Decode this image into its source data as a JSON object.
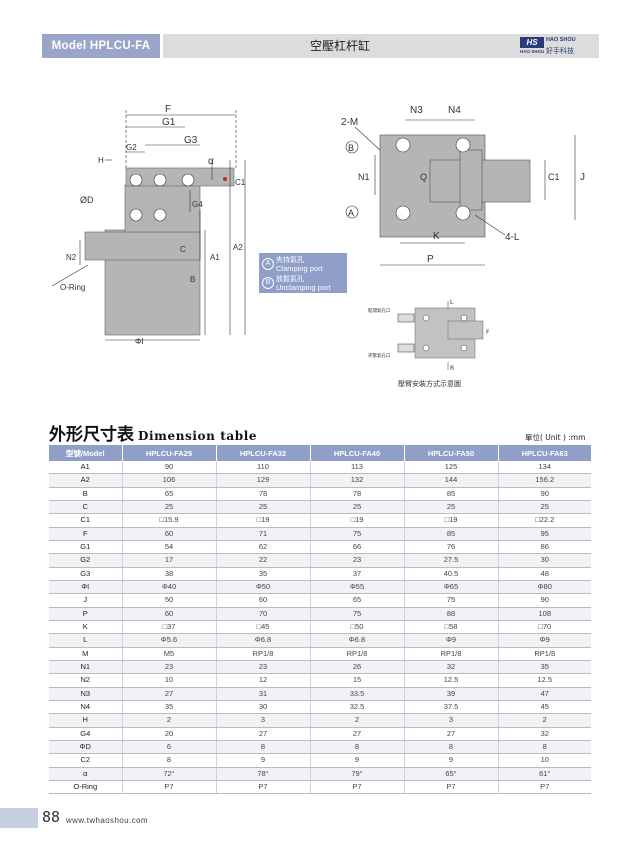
{
  "header": {
    "model": "Model HPLCU-FA",
    "title": "空壓杠杆缸",
    "logo_badge": "HS",
    "logo_en": "HAO SHOU",
    "logo_cn": "好手科技",
    "logo_sub": "HAO SHOU"
  },
  "drawing_labels": {
    "F": "F",
    "G1": "G1",
    "G2": "G2",
    "G3": "G3",
    "G4": "G4",
    "H": "H",
    "D": "ØD",
    "alpha": "α",
    "N2": "N2",
    "oring": "O-Ring",
    "C": "C",
    "B": "B",
    "A1": "A1",
    "A2": "A2",
    "C1": "C1",
    "phiI": "ΦI",
    "M": "2-M",
    "N3": "N3",
    "N4": "N4",
    "N1": "N1",
    "Q": "Q",
    "J": "J",
    "K": "K",
    "L": "4-L",
    "P": "P",
    "portA": "A",
    "portB": "B"
  },
  "legend": {
    "a_circle": "A",
    "a_cn": "夾持氣孔",
    "a_en": "Clamping port",
    "b_circle": "B",
    "b_cn": "放鬆氣孔",
    "b_en": "Unclamping port"
  },
  "install": {
    "label_top": "鬆開氣孔口",
    "label_bottom": "夾緊氣孔口",
    "L": "L",
    "F": "F",
    "R": "R",
    "caption": "壓臂安裝方式示意圖"
  },
  "table": {
    "title_cn": "外形尺寸表",
    "title_en": "Dimension table",
    "unit": "單位( Unit ) :mm",
    "headers": [
      "型號/Model",
      "HPLCU-FA25",
      "HPLCU-FA32",
      "HPLCU-FA40",
      "HPLCU-FA50",
      "HPLCU-FA63"
    ],
    "rows": [
      [
        "A1",
        "90",
        "110",
        "113",
        "125",
        "134"
      ],
      [
        "A2",
        "106",
        "129",
        "132",
        "144",
        "156.2"
      ],
      [
        "B",
        "65",
        "78",
        "78",
        "85",
        "90"
      ],
      [
        "C",
        "25",
        "25",
        "25",
        "25",
        "25"
      ],
      [
        "C1",
        "□15.9",
        "□19",
        "□19",
        "□19",
        "□22.2"
      ],
      [
        "F",
        "60",
        "71",
        "75",
        "85",
        "95"
      ],
      [
        "G1",
        "54",
        "62",
        "66",
        "76",
        "86"
      ],
      [
        "G2",
        "17",
        "22",
        "23",
        "27.5",
        "30"
      ],
      [
        "G3",
        "38",
        "35",
        "37",
        "40.5",
        "48"
      ],
      [
        "ΦI",
        "Φ40",
        "Φ50",
        "Φ55",
        "Φ65",
        "Φ80"
      ],
      [
        "J",
        "50",
        "60",
        "65",
        "75",
        "90"
      ],
      [
        "P",
        "60",
        "70",
        "75",
        "88",
        "108"
      ],
      [
        "K",
        "□37",
        "□45",
        "□50",
        "□58",
        "□70"
      ],
      [
        "L",
        "Φ5.6",
        "Φ6.8",
        "Φ6.8",
        "Φ9",
        "Φ9"
      ],
      [
        "M",
        "M5",
        "RP1/8",
        "RP1/8",
        "RP1/8",
        "RP1/8"
      ],
      [
        "N1",
        "23",
        "23",
        "26",
        "32",
        "35"
      ],
      [
        "N2",
        "10",
        "12",
        "15",
        "12.5",
        "12.5"
      ],
      [
        "N3",
        "27",
        "31",
        "33.5",
        "39",
        "47"
      ],
      [
        "N4",
        "35",
        "30",
        "32.5",
        "37.5",
        "45"
      ],
      [
        "H",
        "2",
        "3",
        "2",
        "3",
        "2"
      ],
      [
        "G4",
        "20",
        "27",
        "27",
        "27",
        "32"
      ],
      [
        "ΦD",
        "6",
        "8",
        "8",
        "8",
        "8"
      ],
      [
        "C2",
        "8",
        "9",
        "9",
        "9",
        "10"
      ],
      [
        "α",
        "72°",
        "78°",
        "79°",
        "65°",
        "61°"
      ],
      [
        "O-Ring",
        "P7",
        "P7",
        "P7",
        "P7",
        "P7"
      ]
    ]
  },
  "footer": {
    "page": "88",
    "site": "www.twhaoshou.com"
  },
  "colors": {
    "accent": "#8f9fc9",
    "header_gray": "#dcdcdc",
    "part_gray": "#b5b5b5",
    "dim_red": "#cc2222"
  }
}
